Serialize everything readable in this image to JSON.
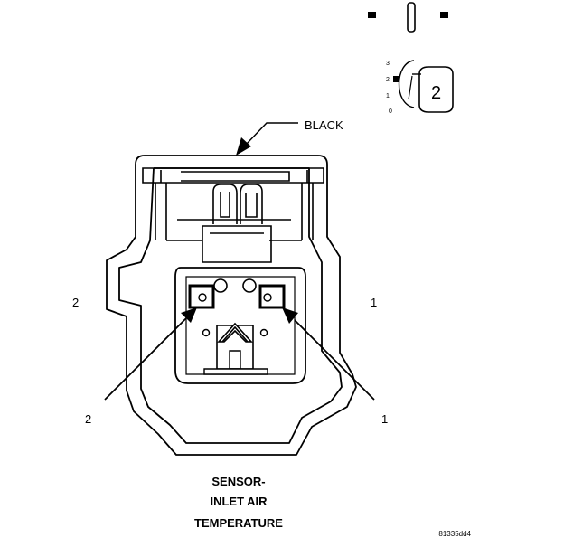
{
  "color_label": "BLACK",
  "side_labels": {
    "left": "2",
    "right": "1"
  },
  "callouts": {
    "left": "2",
    "right": "1"
  },
  "caption": [
    "SENSOR-",
    "INLET AIR",
    "TEMPERATURE"
  ],
  "key": {
    "number": "2",
    "positions": [
      "3",
      "2",
      "1",
      "0"
    ]
  },
  "code": "81335dd4"
}
